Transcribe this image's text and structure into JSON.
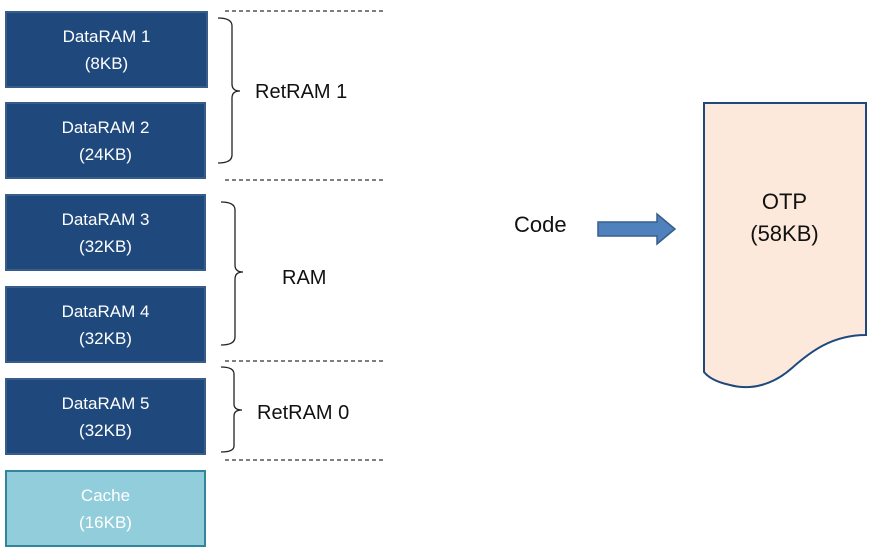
{
  "blocks": [
    {
      "name": "DataRAM 1",
      "size": "(8KB)"
    },
    {
      "name": "DataRAM 2",
      "size": "(24KB)"
    },
    {
      "name": "DataRAM 3",
      "size": "(32KB)"
    },
    {
      "name": "DataRAM 4",
      "size": "(32KB)"
    },
    {
      "name": "DataRAM 5",
      "size": "(32KB)"
    },
    {
      "name": "Cache",
      "size": "(16KB)"
    }
  ],
  "groups": {
    "retram1": "RetRAM 1",
    "ram": "RAM",
    "retram0": "RetRAM 0"
  },
  "code_label": "Code",
  "otp": {
    "name": "OTP",
    "size": "(58KB)"
  },
  "colors": {
    "block_fill": "#1f497d",
    "block_border": "#385d8a",
    "cache_fill": "#92cddc",
    "arrow_fill": "#4f81bd",
    "otp_fill": "#fce9db",
    "otp_border": "#1f497d"
  }
}
